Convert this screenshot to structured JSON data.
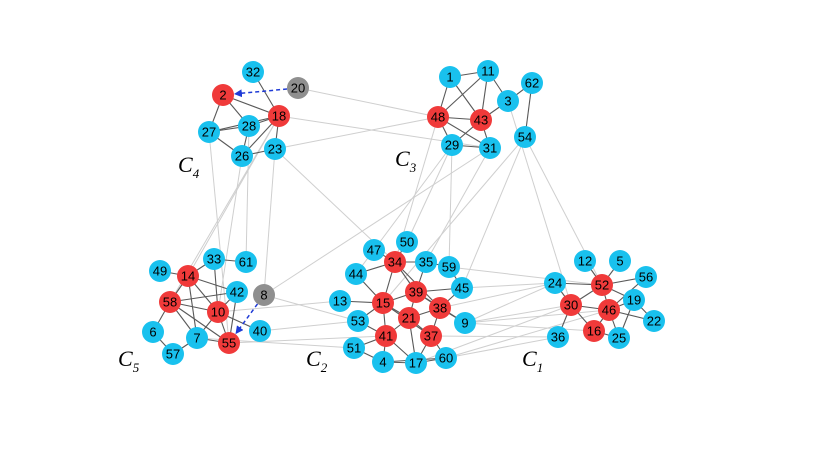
{
  "colors": {
    "blue": "#19c1ee",
    "red": "#f03a3a",
    "gray": "#8f8f8f",
    "edge_inner": "#595959",
    "edge_outer": "#cfcfcf",
    "arrow": "#1f3bd6"
  },
  "clusters": [
    {
      "id": "C1",
      "main": "C",
      "sub": "1"
    },
    {
      "id": "C2",
      "main": "C",
      "sub": "2"
    },
    {
      "id": "C3",
      "main": "C",
      "sub": "3"
    },
    {
      "id": "C4",
      "main": "C",
      "sub": "4"
    },
    {
      "id": "C5",
      "main": "C",
      "sub": "5"
    }
  ],
  "nodes": [
    {
      "id": "32",
      "label": "32",
      "color": "blue"
    },
    {
      "id": "20",
      "label": "20",
      "color": "gray"
    },
    {
      "id": "2",
      "label": "2",
      "color": "red"
    },
    {
      "id": "18",
      "label": "18",
      "color": "red"
    },
    {
      "id": "27",
      "label": "27",
      "color": "blue"
    },
    {
      "id": "28",
      "label": "28",
      "color": "blue"
    },
    {
      "id": "26",
      "label": "26",
      "color": "blue"
    },
    {
      "id": "23",
      "label": "23",
      "color": "blue"
    },
    {
      "id": "1",
      "label": "1",
      "color": "blue"
    },
    {
      "id": "11",
      "label": "11",
      "color": "blue"
    },
    {
      "id": "62",
      "label": "62",
      "color": "blue"
    },
    {
      "id": "3",
      "label": "3",
      "color": "blue"
    },
    {
      "id": "48",
      "label": "48",
      "color": "red"
    },
    {
      "id": "43",
      "label": "43",
      "color": "red"
    },
    {
      "id": "54",
      "label": "54",
      "color": "blue"
    },
    {
      "id": "29",
      "label": "29",
      "color": "blue"
    },
    {
      "id": "31",
      "label": "31",
      "color": "blue"
    },
    {
      "id": "49",
      "label": "49",
      "color": "blue"
    },
    {
      "id": "14",
      "label": "14",
      "color": "red"
    },
    {
      "id": "33",
      "label": "33",
      "color": "blue"
    },
    {
      "id": "61",
      "label": "61",
      "color": "blue"
    },
    {
      "id": "8",
      "label": "8",
      "color": "gray"
    },
    {
      "id": "58",
      "label": "58",
      "color": "red"
    },
    {
      "id": "42",
      "label": "42",
      "color": "blue"
    },
    {
      "id": "10",
      "label": "10",
      "color": "red"
    },
    {
      "id": "40",
      "label": "40",
      "color": "blue"
    },
    {
      "id": "6",
      "label": "6",
      "color": "blue"
    },
    {
      "id": "7",
      "label": "7",
      "color": "blue"
    },
    {
      "id": "55",
      "label": "55",
      "color": "red"
    },
    {
      "id": "57",
      "label": "57",
      "color": "blue"
    },
    {
      "id": "47",
      "label": "47",
      "color": "blue"
    },
    {
      "id": "50",
      "label": "50",
      "color": "blue"
    },
    {
      "id": "44",
      "label": "44",
      "color": "blue"
    },
    {
      "id": "34",
      "label": "34",
      "color": "red"
    },
    {
      "id": "35",
      "label": "35",
      "color": "blue"
    },
    {
      "id": "59",
      "label": "59",
      "color": "blue"
    },
    {
      "id": "13",
      "label": "13",
      "color": "blue"
    },
    {
      "id": "15",
      "label": "15",
      "color": "red"
    },
    {
      "id": "39",
      "label": "39",
      "color": "red"
    },
    {
      "id": "45",
      "label": "45",
      "color": "blue"
    },
    {
      "id": "53",
      "label": "53",
      "color": "blue"
    },
    {
      "id": "21",
      "label": "21",
      "color": "red"
    },
    {
      "id": "38",
      "label": "38",
      "color": "red"
    },
    {
      "id": "9",
      "label": "9",
      "color": "blue"
    },
    {
      "id": "41",
      "label": "41",
      "color": "red"
    },
    {
      "id": "37",
      "label": "37",
      "color": "red"
    },
    {
      "id": "51",
      "label": "51",
      "color": "blue"
    },
    {
      "id": "4",
      "label": "4",
      "color": "blue"
    },
    {
      "id": "17",
      "label": "17",
      "color": "blue"
    },
    {
      "id": "60",
      "label": "60",
      "color": "blue"
    },
    {
      "id": "12",
      "label": "12",
      "color": "blue"
    },
    {
      "id": "5",
      "label": "5",
      "color": "blue"
    },
    {
      "id": "24",
      "label": "24",
      "color": "blue"
    },
    {
      "id": "52",
      "label": "52",
      "color": "red"
    },
    {
      "id": "56",
      "label": "56",
      "color": "blue"
    },
    {
      "id": "30",
      "label": "30",
      "color": "red"
    },
    {
      "id": "19",
      "label": "19",
      "color": "blue"
    },
    {
      "id": "46",
      "label": "46",
      "color": "red"
    },
    {
      "id": "22",
      "label": "22",
      "color": "blue"
    },
    {
      "id": "36",
      "label": "36",
      "color": "blue"
    },
    {
      "id": "16",
      "label": "16",
      "color": "red"
    },
    {
      "id": "25",
      "label": "25",
      "color": "blue"
    }
  ],
  "edges_inner": [
    [
      "2",
      "18"
    ],
    [
      "2",
      "27"
    ],
    [
      "2",
      "28"
    ],
    [
      "18",
      "28"
    ],
    [
      "18",
      "26"
    ],
    [
      "18",
      "23"
    ],
    [
      "18",
      "32"
    ],
    [
      "27",
      "28"
    ],
    [
      "27",
      "26"
    ],
    [
      "28",
      "26"
    ],
    [
      "26",
      "23"
    ],
    [
      "18",
      "27"
    ],
    [
      "1",
      "11"
    ],
    [
      "1",
      "48"
    ],
    [
      "1",
      "43"
    ],
    [
      "11",
      "43"
    ],
    [
      "11",
      "3"
    ],
    [
      "48",
      "43"
    ],
    [
      "48",
      "29"
    ],
    [
      "48",
      "31"
    ],
    [
      "43",
      "29"
    ],
    [
      "43",
      "31"
    ],
    [
      "43",
      "3"
    ],
    [
      "62",
      "3"
    ],
    [
      "62",
      "54"
    ],
    [
      "29",
      "31"
    ],
    [
      "48",
      "11"
    ],
    [
      "14",
      "58"
    ],
    [
      "14",
      "10"
    ],
    [
      "14",
      "42"
    ],
    [
      "14",
      "33"
    ],
    [
      "58",
      "10"
    ],
    [
      "58",
      "7"
    ],
    [
      "58",
      "6"
    ],
    [
      "58",
      "42"
    ],
    [
      "10",
      "42"
    ],
    [
      "10",
      "7"
    ],
    [
      "10",
      "55"
    ],
    [
      "10",
      "40"
    ],
    [
      "10",
      "33"
    ],
    [
      "7",
      "57"
    ],
    [
      "7",
      "55"
    ],
    [
      "6",
      "57"
    ],
    [
      "42",
      "55"
    ],
    [
      "33",
      "61"
    ],
    [
      "14",
      "7"
    ],
    [
      "58",
      "55"
    ],
    [
      "49",
      "14"
    ],
    [
      "47",
      "34"
    ],
    [
      "50",
      "34"
    ],
    [
      "44",
      "34"
    ],
    [
      "34",
      "35"
    ],
    [
      "34",
      "39"
    ],
    [
      "34",
      "15"
    ],
    [
      "35",
      "39"
    ],
    [
      "35",
      "59"
    ],
    [
      "39",
      "38"
    ],
    [
      "39",
      "45"
    ],
    [
      "39",
      "15"
    ],
    [
      "39",
      "21"
    ],
    [
      "15",
      "21"
    ],
    [
      "15",
      "41"
    ],
    [
      "15",
      "53"
    ],
    [
      "15",
      "13"
    ],
    [
      "21",
      "41"
    ],
    [
      "21",
      "37"
    ],
    [
      "21",
      "38"
    ],
    [
      "38",
      "9"
    ],
    [
      "38",
      "37"
    ],
    [
      "41",
      "51"
    ],
    [
      "41",
      "4"
    ],
    [
      "41",
      "17"
    ],
    [
      "37",
      "17"
    ],
    [
      "37",
      "60"
    ],
    [
      "17",
      "60"
    ],
    [
      "4",
      "17"
    ],
    [
      "53",
      "41"
    ],
    [
      "44",
      "15"
    ],
    [
      "34",
      "38"
    ],
    [
      "15",
      "37"
    ],
    [
      "21",
      "17"
    ],
    [
      "39",
      "9"
    ],
    [
      "45",
      "38"
    ],
    [
      "4",
      "60"
    ],
    [
      "51",
      "4"
    ],
    [
      "59",
      "45"
    ],
    [
      "12",
      "52"
    ],
    [
      "5",
      "52"
    ],
    [
      "24",
      "30"
    ],
    [
      "24",
      "52"
    ],
    [
      "52",
      "56"
    ],
    [
      "52",
      "30"
    ],
    [
      "52",
      "46"
    ],
    [
      "52",
      "19"
    ],
    [
      "30",
      "46"
    ],
    [
      "30",
      "16"
    ],
    [
      "30",
      "36"
    ],
    [
      "46",
      "19"
    ],
    [
      "46",
      "16"
    ],
    [
      "46",
      "25"
    ],
    [
      "46",
      "22"
    ],
    [
      "19",
      "22"
    ],
    [
      "16",
      "25"
    ],
    [
      "56",
      "46"
    ],
    [
      "19",
      "25"
    ]
  ],
  "edges_outer": [
    [
      "20",
      "48"
    ],
    [
      "18",
      "31"
    ],
    [
      "23",
      "48"
    ],
    [
      "27",
      "55"
    ],
    [
      "28",
      "61"
    ],
    [
      "26",
      "10"
    ],
    [
      "23",
      "8"
    ],
    [
      "23",
      "34"
    ],
    [
      "18",
      "14"
    ],
    [
      "18",
      "58"
    ],
    [
      "29",
      "50"
    ],
    [
      "29",
      "44"
    ],
    [
      "48",
      "34"
    ],
    [
      "31",
      "35"
    ],
    [
      "54",
      "15"
    ],
    [
      "54",
      "45"
    ],
    [
      "31",
      "8"
    ],
    [
      "3",
      "30"
    ],
    [
      "54",
      "52"
    ],
    [
      "29",
      "59"
    ],
    [
      "8",
      "53"
    ],
    [
      "10",
      "13"
    ],
    [
      "7",
      "51"
    ],
    [
      "55",
      "41"
    ],
    [
      "40",
      "53"
    ],
    [
      "9",
      "24"
    ],
    [
      "9",
      "30"
    ],
    [
      "9",
      "46"
    ],
    [
      "38",
      "24"
    ],
    [
      "60",
      "36"
    ],
    [
      "17",
      "30"
    ],
    [
      "45",
      "24"
    ],
    [
      "37",
      "36"
    ],
    [
      "59",
      "52"
    ],
    [
      "9",
      "16"
    ],
    [
      "60",
      "46"
    ]
  ],
  "arrows": [
    {
      "from": "20",
      "to": "2"
    },
    {
      "from": "8",
      "to": "55"
    }
  ]
}
